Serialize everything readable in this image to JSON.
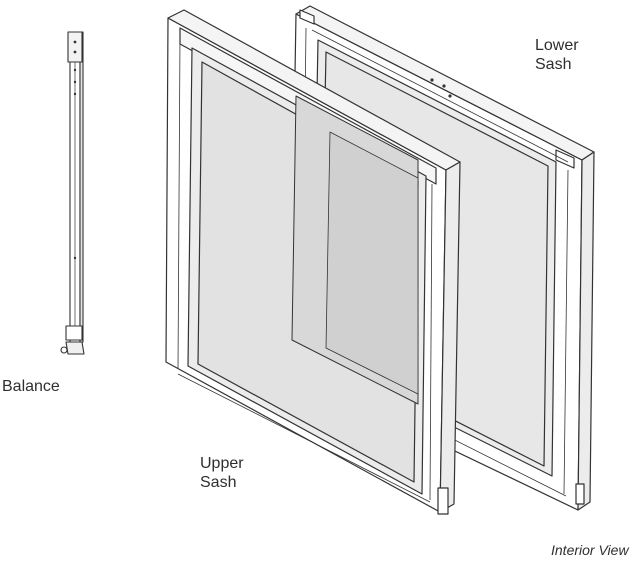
{
  "labels": {
    "lower_sash": [
      "Lower",
      "Sash"
    ],
    "upper_sash": [
      "Upper",
      "Sash"
    ],
    "balance": "Balance",
    "view": "Interior View"
  },
  "colors": {
    "stroke": "#333333",
    "frame_fill": "#ffffff",
    "frame_shade": "#ececec",
    "glass_upper": "#e2e2e2",
    "glass_lower": "#e7e7e7",
    "glass_lower_behind": "#d8d8d8",
    "text": "#2f2f2f"
  },
  "parts": {
    "components": [
      "balance",
      "upper-sash",
      "lower-sash"
    ]
  }
}
